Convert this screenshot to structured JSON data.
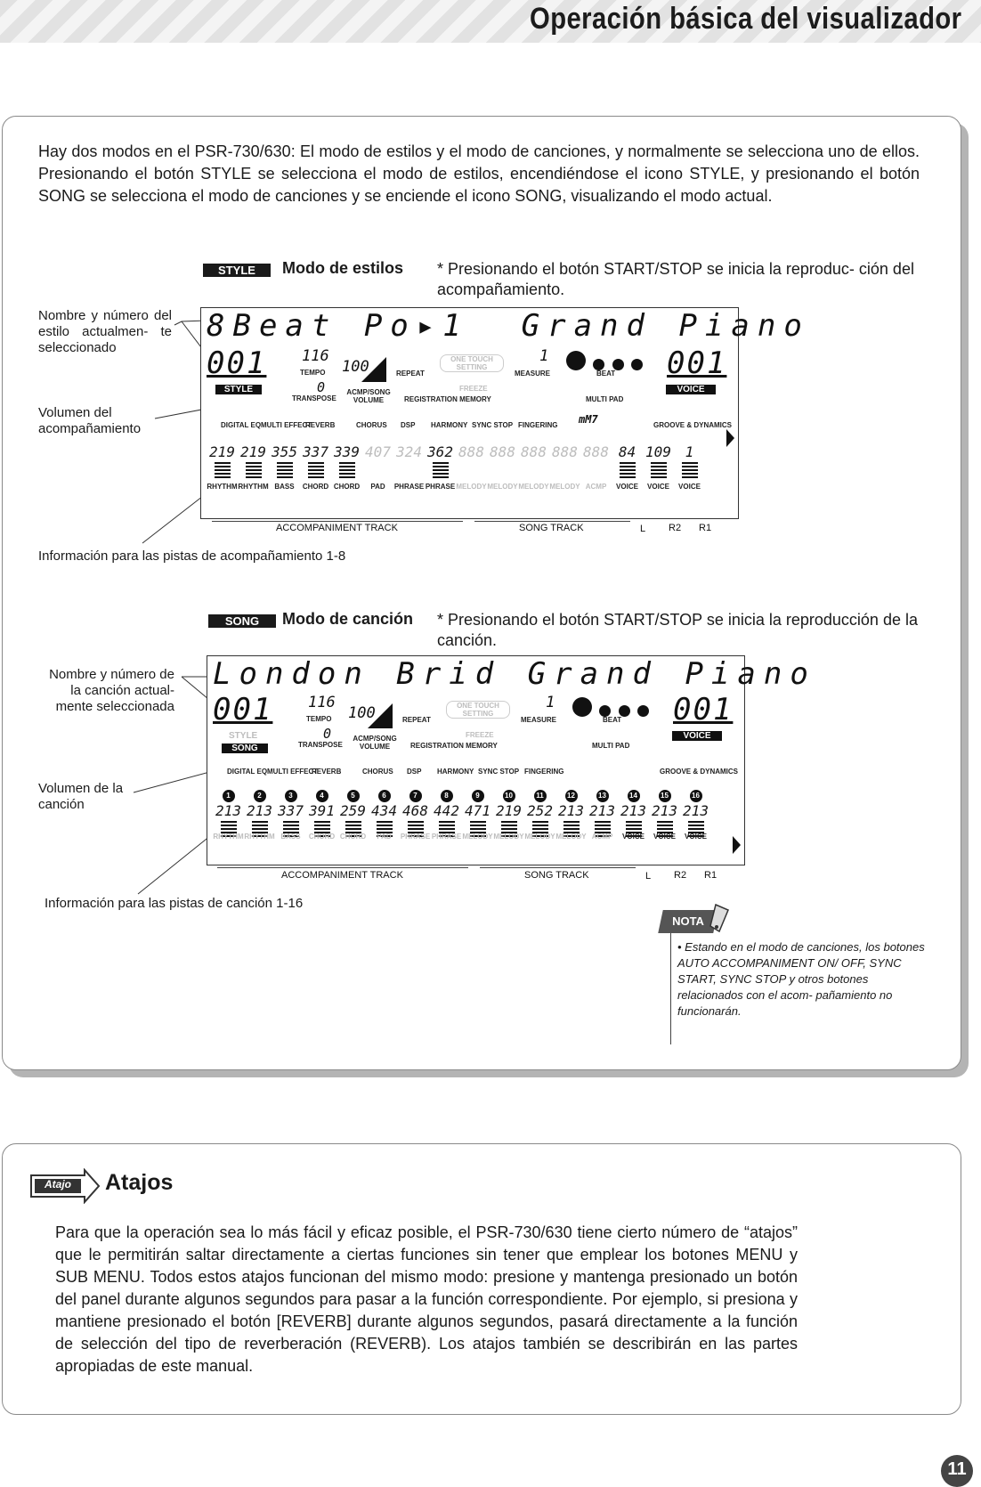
{
  "header": {
    "title": "Operación básica del visualizador"
  },
  "intro": "Hay dos modos en el PSR-730/630: El modo de estilos y el modo de canciones, y normalmente se selecciona uno de ellos. Presionando el botón STYLE se selecciona el modo de estilos, encendiéndose el icono STYLE, y presionando el botón SONG se selecciona el modo de canciones y se enciende el icono SONG, visualizando el modo actual.",
  "style_mode": {
    "tag": "STYLE",
    "title": "Modo de estilos",
    "note": "*  Presionando el botón START/STOP se inicia la reproduc- ción del acompañamiento.",
    "callouts": [
      "Nombre y número del estilo actualmen- te seleccionado",
      "Volumen del acompañamiento",
      "Información para las pistas de acompañamiento 1-8"
    ],
    "lcd": {
      "name": "8Beat Po▸1  Grand Piano",
      "number": "001",
      "tempo": "116",
      "volume": "100",
      "transpose": "0",
      "measure": "1",
      "voice_number": "001",
      "track_values": [
        "219",
        "219",
        "355",
        "337",
        "339",
        "407",
        "324",
        "362",
        "888",
        "888",
        "888",
        "888",
        "888",
        "84",
        "109",
        "1"
      ],
      "chord": "mM7"
    }
  },
  "song_mode": {
    "tag": "SONG",
    "title": "Modo de canción",
    "note": "*  Presionando el botón START/STOP se inicia la reproducción de la canción.",
    "callouts": [
      "Nombre y número de la canción actual- mente seleccionada",
      "Volumen de la canción",
      "Información para las pistas de canción 1-16"
    ],
    "lcd": {
      "name": "London Brid Grand Piano",
      "number": "001",
      "tempo": "116",
      "volume": "100",
      "transpose": "0",
      "measure": "1",
      "voice_number": "001",
      "track_values": [
        "213",
        "213",
        "337",
        "391",
        "259",
        "434",
        "468",
        "442",
        "471",
        "219",
        "252",
        "213",
        "213",
        "213",
        "213",
        "213"
      ]
    }
  },
  "lcd_labels": {
    "tempo": "TEMPO",
    "transpose": "TRANSPOSE",
    "acmp_song_volume": "ACMP/SONG VOLUME",
    "repeat": "REPEAT",
    "one_touch": "ONE TOUCH SETTING",
    "measure": "MEASURE",
    "beat": "BEAT",
    "registration": "REGISTRATION MEMORY",
    "multi_pad": "MULTI PAD",
    "freeze": "FREEZE",
    "voice": "VOICE",
    "style": "STYLE",
    "song": "SONG",
    "digital_eq": "DIGITAL EQ",
    "multi_effect": "MULTI EFFECT",
    "reverb": "REVERB",
    "chorus": "CHORUS",
    "dsp": "DSP",
    "harmony": "HARMONY",
    "sync_stop": "SYNC STOP",
    "fingering": "FINGERING",
    "groove": "GROOVE & DYNAMICS",
    "parts": [
      "RHYTHM",
      "RHYTHM",
      "BASS",
      "CHORD",
      "CHORD",
      "PAD",
      "PHRASE",
      "PHRASE",
      "MELODY",
      "MELODY",
      "MELODY",
      "MELODY",
      "ACMP",
      "VOICE",
      "VOICE",
      "VOICE"
    ],
    "accompaniment_track": "ACCOMPANIMENT TRACK",
    "song_track": "SONG TRACK",
    "l": "L",
    "r2": "R2",
    "r1": "R1"
  },
  "nota": {
    "label": "NOTA",
    "text": "• Estando en el modo de canciones, los botones AUTO ACCOMPANIMENT ON/ OFF, SYNC START, SYNC STOP y otros botones relacionados con el acom- pañamiento no funcionarán."
  },
  "atajos": {
    "badge": "Atajo",
    "title": "Atajos",
    "text": "Para que la operación sea lo más fácil y eficaz posible, el PSR-730/630 tiene cierto número de “atajos” que le permitirán saltar directamente a ciertas funciones sin tener que emplear los botones MENU y SUB MENU. Todos estos atajos funcionan del mismo modo: presione y mantenga presionado un botón del panel durante algunos segundos para pasar a la función correspondiente. Por ejemplo, si presiona y mantiene presionado el botón [REVERB] durante algunos segundos, pasará directamente a la función de selección del tipo de reverberación (REVERB). Los atajos también se describirán en las partes apropiadas de este manual."
  },
  "page_number": "11"
}
